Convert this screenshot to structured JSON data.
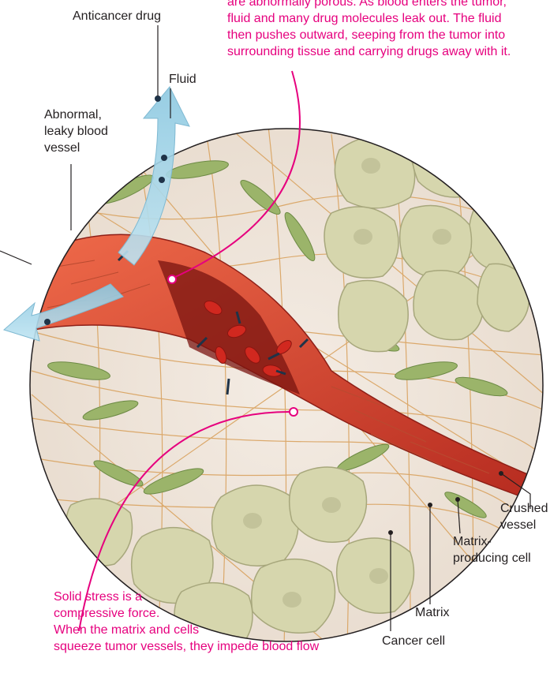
{
  "colors": {
    "accent": "#e6007e",
    "text": "#231f20",
    "fluid": "#9dd0e6",
    "vessel": "#d9402b",
    "matrix": "#d9a25f",
    "cancer_cell": "#d6d6ad",
    "stromal_cell": "#9bb46a"
  },
  "labels": {
    "anticancer_drug": "Anticancer drug",
    "fluid": "Fluid",
    "leaky_vessel": [
      "Abnormal,",
      "leaky blood",
      "vessel"
    ],
    "crushed_vessel": [
      "Crushed",
      "vessel"
    ],
    "matrix_producing_cell": [
      "Matrix-",
      "producing cell"
    ],
    "matrix": "Matrix",
    "cancer_cell": "Cancer cell"
  },
  "annotations": {
    "fluid_pressure": [
      "are abnormally porous. As blood enters the tumor,",
      "fluid and many drug molecules leak out. The fluid",
      "then pushes outward, seeping from the tumor into",
      "surrounding tissue and carrying drugs away with it."
    ],
    "solid_stress": [
      "Solid stress is a",
      "compressive force.",
      "When the matrix and cells",
      "squeeze tumor vessels, they impede blood flow"
    ]
  }
}
